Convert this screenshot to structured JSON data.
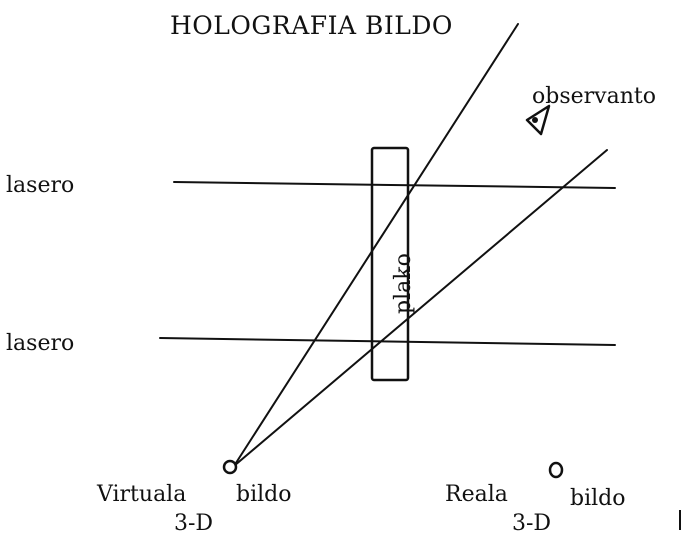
{
  "title": "HOLOGRAFIA BILDO",
  "labels": {
    "laser_top": "lasero",
    "laser_bottom": "lasero",
    "plate": "plako",
    "observer": "observanto",
    "virtual_image_word1": "Virtuala",
    "virtual_image_word2": "bildo",
    "virtual_image_dim": "3-D",
    "real_image_word1": "Reala",
    "real_image_word2": "bildo",
    "real_image_dim": "3-D"
  }
}
